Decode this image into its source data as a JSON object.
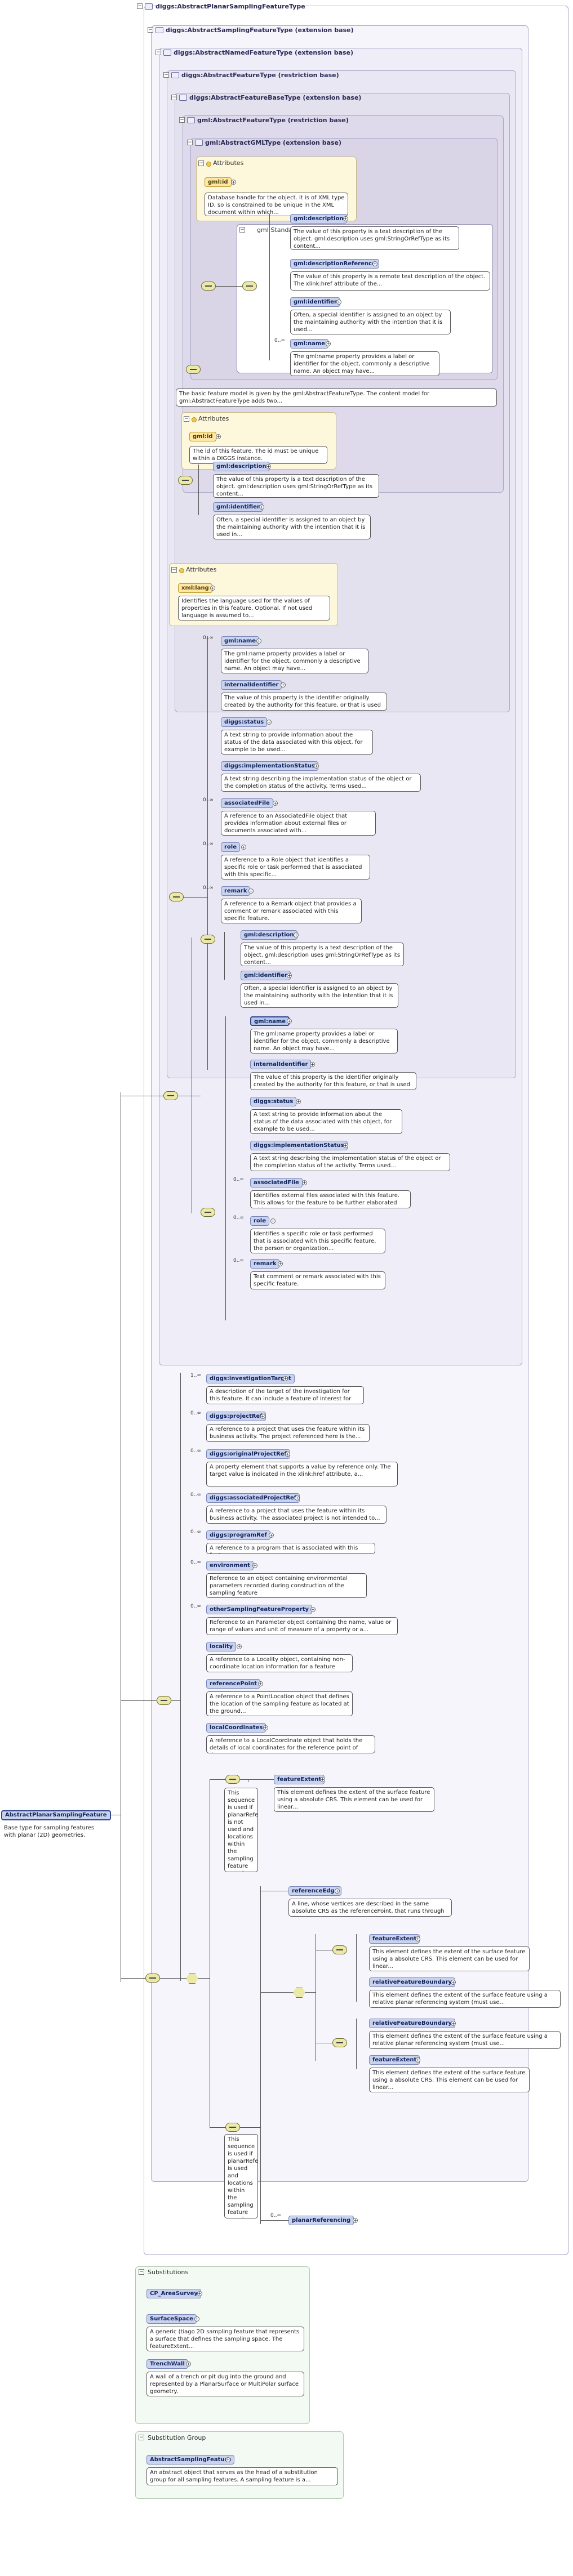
{
  "frames": {
    "f1": "diggs:AbstractPlanarSamplingFeatureType",
    "f2": "diggs:AbstractSamplingFeatureType (extension base)",
    "f3": "diggs:AbstractNamedFeatureType (extension base)",
    "f4": "diggs:AbstractFeatureType (restriction base)",
    "f5": "diggs:AbstractFeatureBaseType (extension base)",
    "f6": "gml:AbstractFeatureType (restriction base)",
    "f7": "gml:AbstractGMLType (extension base)",
    "grp": "gml:StandardObjectProperties"
  },
  "attributes_label": "Attributes",
  "gml_id_a": {
    "name": "gml:id",
    "doc": "Database handle for the object. It is of XML type ID, so is constrained to be unique in the XML document within which..."
  },
  "gml_std": [
    {
      "name": "gml:description",
      "doc": "The value of this property is a text description of the object. gml:description uses gml:StringOrRefType as its content..."
    },
    {
      "name": "gml:descriptionReference",
      "doc": "The value of this property is a remote text description of the object. The xlink:href attribute of the..."
    },
    {
      "name": "gml:identifier",
      "doc": "Often, a special identifier is assigned to an object by the maintaining authority with the intention that it is used..."
    },
    {
      "name": "gml:name",
      "card": "0..∞",
      "doc": "The gml:name property provides a label or identifier for the object, commonly a descriptive name. An object may have..."
    }
  ],
  "gml_feature_doc": "The basic feature model is given by the gml:AbstractFeatureType. The content model for gml:AbstractFeatureType adds two...",
  "gml_id_b": {
    "name": "gml:id",
    "doc": "The id of this feature. The id must be unique within a DIGGS instance."
  },
  "base_elems": [
    {
      "name": "gml:description",
      "doc": "The value of this property is a text description of the object. gml:description uses gml:StringOrRefType as its content..."
    },
    {
      "name": "gml:identifier",
      "doc": "Often, a special identifier is assigned to an object by the maintaining authority with the intention that it is used in..."
    }
  ],
  "xml_lang": {
    "name": "xml:lang",
    "doc": "Identifies the language used for the values of properties in this feature. Optional. If not used language is assumed to..."
  },
  "feature_elems": [
    {
      "name": "gml:name",
      "card": "0..∞",
      "doc": "The gml:name property provides a label or identifier for the object, commonly a descriptive name. An object may have..."
    },
    {
      "name": "internalIdentifier",
      "card": "",
      "doc": "The value of this property is the identifier originally created by the authority for this feature, or that is used as..."
    },
    {
      "name": "diggs:status",
      "card": "",
      "doc": "A text string to provide information about the status of the data associated with this object, for example to be used..."
    },
    {
      "name": "diggs:implementationStatus",
      "card": "",
      "doc": "A text string describing the implementation status of the object or the completion status of the activity. Terms used..."
    },
    {
      "name": "associatedFile",
      "card": "0..∞",
      "doc": "A reference to an AssociatedFile object that provides information about external files or documents associated with..."
    },
    {
      "name": "role",
      "card": "0..∞",
      "doc": "A reference to a Role object that identifies a specific role or task performed that is associated with this specific..."
    },
    {
      "name": "remark",
      "card": "0..∞",
      "doc": "A reference to a Remark object that provides a comment or remark associated with this specific feature."
    }
  ],
  "named_top": [
    {
      "name": "gml:description",
      "doc": "The value of this property is a text description of the object. gml:description uses gml:StringOrRefType as its content..."
    },
    {
      "name": "gml:identifier",
      "doc": "Often, a special identifier is assigned to an object by the maintaining authority with the intention that it is used in..."
    }
  ],
  "named_bottom": [
    {
      "name": "gml:name",
      "card": "",
      "doc": "The gml:name property provides a label or identifier for the object, commonly a descriptive name. An object may have..."
    },
    {
      "name": "internalIdentifier",
      "card": "",
      "doc": "The value of this property is the identifier originally created by the authority for this feature, or that is used as..."
    },
    {
      "name": "diggs:status",
      "card": "",
      "doc": "A text string to provide information about the status of the data associated with this object, for example to be used..."
    },
    {
      "name": "diggs:implementationStatus",
      "card": "",
      "doc": "A text string describing the implementation status of the object or the completion status of the activity. Terms used..."
    },
    {
      "name": "associatedFile",
      "card": "0..∞",
      "doc": "Identifies external files associated with this feature. This allows for the feature to be further elaborated with..."
    },
    {
      "name": "role",
      "card": "0..∞",
      "doc": "Identifies a specific role or task performed that is associated with this specific feature, the person or organization..."
    },
    {
      "name": "remark",
      "card": "0..∞",
      "doc": "Text comment or remark associated with this specific feature."
    }
  ],
  "sampling_elems": [
    {
      "name": "diggs:investigationTarget",
      "card": "1..∞",
      "doc": "A description of the target of the investigation for this feature. It can include a feature of interest for an..."
    },
    {
      "name": "diggs:projectRef",
      "card": "0..∞",
      "doc": "A reference to a project that uses the feature within its business activity. The project referenced here is the..."
    },
    {
      "name": "diggs:originalProjectRef",
      "card": "0..∞",
      "doc": "A property element that supports a value by reference only. The target value is indicated in the xlink:href attribute, a..."
    },
    {
      "name": "diggs:associatedProjectRef",
      "card": "0..∞",
      "doc": "A reference to a project that uses the feature within its business activity. The associated project is not intended to..."
    },
    {
      "name": "diggs:programRef",
      "card": "0..∞",
      "doc": "A reference to a program that is associated with this feature"
    },
    {
      "name": "environment",
      "card": "0..∞",
      "doc": "Reference to an object containing environmental parameters recorded during construction of the sampling feature"
    },
    {
      "name": "otherSamplingFeatureProperty",
      "card": "0..∞",
      "doc": "Reference to an Parameter object containing the name, value or range of values and unit of measure of a property or a..."
    },
    {
      "name": "locality",
      "card": "",
      "doc": "A reference to a Locality object, containing non-coordinate location information for a feature"
    },
    {
      "name": "referencePoint",
      "card": "",
      "doc": "A reference to a PointLocation object that defines the location of the sampling feature as located at the ground..."
    },
    {
      "name": "localCoordinates",
      "card": "",
      "doc": "A reference to a LocalCoordinate object that holds the details of local coordinates for the reference point of the..."
    }
  ],
  "planar": {
    "seq_note_a": "This sequence is used if planarReferencing is not used and locations within the sampling feature are given as absolute...",
    "featureExtent": "featureExtent",
    "featureExtent_doc": "This element defines the extent of the surface feature using a absolute CRS. This element can be used for linear...",
    "referenceEdge": "referenceEdge",
    "referenceEdge_doc": "A line, whose vertices are described in the same absolute CRS as the referencePoint, that runs through the...",
    "seq_note_b": "This sequence is used if planarReferencing is used and locations within the sampling feature are given in relative...",
    "c1_featureExtent_doc": "This element defines the extent of the surface feature using a absolute CRS. This element can be used for linear...",
    "relativeFeatureBoundary": "relativeFeatureBoundary",
    "relativeFeatureBoundary_doc": "This element defines the extent of the surface feature using a relative planar referencing system (must use...",
    "c2_relativeFeatureBoundary_doc": "This element defines the extent of the surface feature using a relative planar referencing system (must use...",
    "c2_featureExtent_doc": "This element defines the extent of the surface feature using a absolute CRS. This element can be used for linear...",
    "planarReferencing": "planarReferencing",
    "planarReferencing_card": "0..∞"
  },
  "root": {
    "name": "AbstractPlanarSamplingFeature",
    "doc": "Base type for sampling features with planar (2D) geometries."
  },
  "substitutions": {
    "title": "Substitutions",
    "items": [
      {
        "name": "CP_AreaSurvey",
        "doc": ""
      },
      {
        "name": "SurfaceSpace",
        "doc": "A generic (tiago 2D sampling feature that represents a surface that defines the sampling space. The featureExtent..."
      },
      {
        "name": "TrenchWall",
        "doc": "A wall of a trench or pit dug into the ground and represented by a PlanarSurface or MultiPolar surface geometry."
      }
    ]
  },
  "subst_group": {
    "title": "Substitution Group",
    "name": "AbstractSamplingFeature",
    "doc": "An abstract object that serves as the head of a substitution group for all sampling features. A sampling feature is a..."
  }
}
